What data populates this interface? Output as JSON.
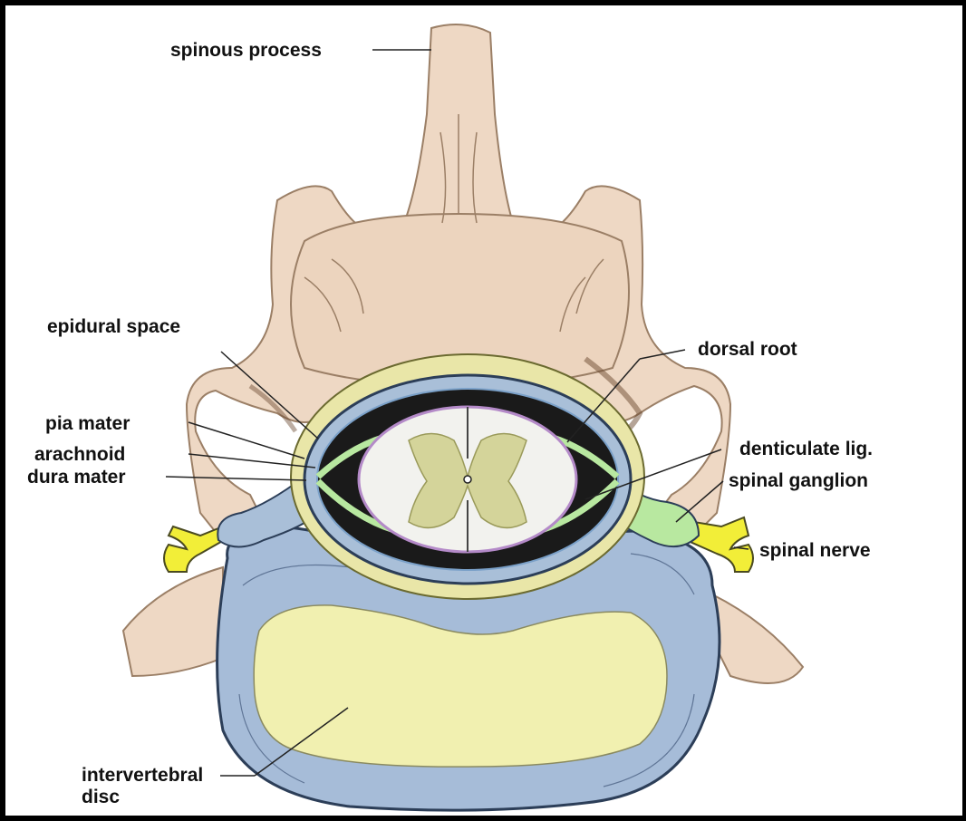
{
  "labels": {
    "spinous_process": "spinous process",
    "epidural_space": "epidural space",
    "dorsal_root": "dorsal root",
    "pia_mater": "pia mater",
    "arachnoid": "arachnoid",
    "dura_mater": "dura mater",
    "denticulate_lig": "denticulate lig.",
    "spinal_ganglion": "spinal ganglion",
    "spinal_nerve": "spinal nerve",
    "intervertebral_disc_line1": "intervertebral",
    "intervertebral_disc_line2": "disc"
  },
  "colors": {
    "bone": "#eed8c4",
    "bone_shadow": "#a98a6e",
    "dura": "#a9bfd8",
    "dura_dark": "#2c3e58",
    "fat": "#e9e6a8",
    "csf_space": "#1a1a1a",
    "pia": "#b8e8a0",
    "white_matter": "#f2f2ee",
    "grey_matter": "#d4d49a",
    "nerve": "#f2ee38",
    "disc_ring": "#a6bcd8",
    "disc_nucleus": "#f1f0b0"
  }
}
